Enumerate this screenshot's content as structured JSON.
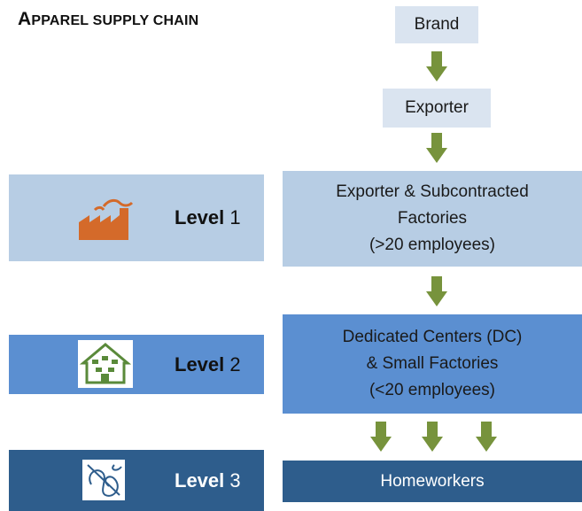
{
  "title": {
    "first": "A",
    "rest_big": "",
    "rest": "PPAREL SUPPLY CHAIN"
  },
  "chain": {
    "brand": "Brand",
    "exporter": "Exporter",
    "tier1": [
      "Exporter & Subcontracted",
      "Factories",
      "(>20 employees)"
    ],
    "tier2": [
      "Dedicated Centers (DC)",
      "& Small Factories",
      "(<20 employees)"
    ],
    "homeworkers": "Homeworkers"
  },
  "levels": [
    {
      "word": "Level",
      "num": "1",
      "icon": "factory-icon",
      "color": "#b7cde4"
    },
    {
      "word": "Level",
      "num": "2",
      "icon": "house-icon",
      "color": "#5b8fd1"
    },
    {
      "word": "Level",
      "num": "3",
      "icon": "sewing-needle-icon",
      "color": "#2e5d8c"
    }
  ],
  "colors": {
    "light_box": "#dae4f0",
    "level1": "#b7cde4",
    "level2": "#5b8fd1",
    "level3": "#2e5d8c",
    "arrow": "#77933c",
    "factory": "#d46a2a"
  }
}
